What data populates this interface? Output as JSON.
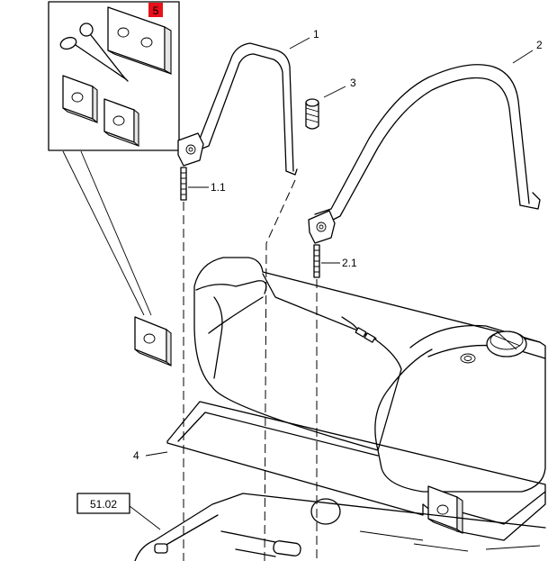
{
  "callouts": {
    "kit": "5",
    "strap_1": "1",
    "strap_2": "2",
    "bolt": "3",
    "mat": "4",
    "stud_1": "1.1",
    "stud_2": "2.1",
    "ref_box": "51.02"
  },
  "colors": {
    "line": "#000000",
    "background": "#ffffff",
    "highlight": "#e8101a"
  },
  "icons": [
    "scissors-icon",
    "foam-pad-icon"
  ]
}
